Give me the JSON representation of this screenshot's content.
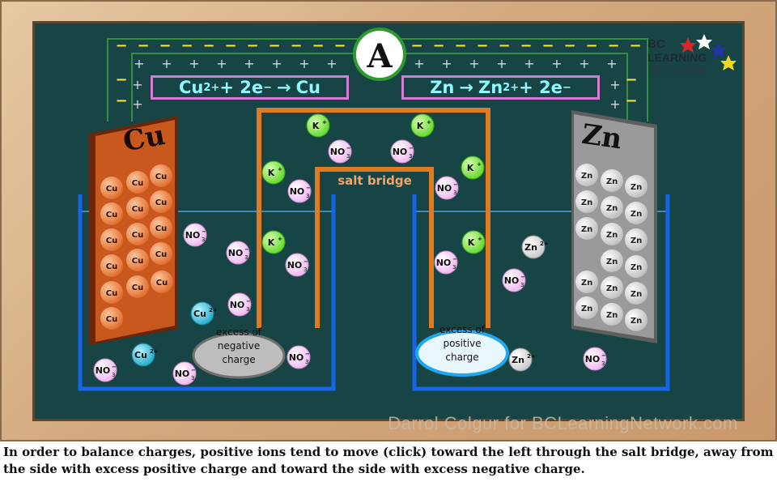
{
  "ammeter": {
    "label": "A"
  },
  "logo": {
    "line1": "BC",
    "line2": "LEARNING",
    "line3": "NETWORK"
  },
  "equations": {
    "cathode": {
      "species": "Cu",
      "charge": "2+",
      "rest": " + 2e",
      "minus": "−",
      "arrow": "→",
      "product": "Cu"
    },
    "anode": {
      "species": "Zn",
      "arrow": "→",
      "product": "Zn",
      "charge": "2+",
      "rest": " + 2e",
      "minus": "−"
    }
  },
  "electrodes": {
    "left": "Cu",
    "right": "Zn"
  },
  "salt_bridge": {
    "label": "salt bridge"
  },
  "regions": {
    "negative": "excess of negative charge",
    "positive": "excess of positive charge"
  },
  "ions": {
    "nitrate_base": "NO",
    "nitrate_sub": "3",
    "nitrate_sup": "−",
    "potassium_base": "K",
    "potassium_sup": "+",
    "copper_base": "Cu",
    "copper_sup": "2+",
    "zinc_base": "Zn",
    "zinc_sup": "2+",
    "cu_atom": "Cu",
    "zn_atom": "Zn"
  },
  "wire_signs": {
    "negative": "−",
    "positive": "+"
  },
  "credit": "Darrol Colgur for BCLearningNetwork.com",
  "caption": "In order to balance charges, positive ions tend to move (click) toward the left through the salt bridge, away from the side with excess positive charge and toward the side with excess negative charge.",
  "colors": {
    "board": "#174545",
    "beaker": "#1565e8",
    "solution": "#4fa3e0",
    "bridge": "#e07a1f",
    "copper": "#c9581f",
    "zinc": "#9a9a9a",
    "eq_border": "#d87bd8",
    "eq_text": "#8ef7ff"
  }
}
